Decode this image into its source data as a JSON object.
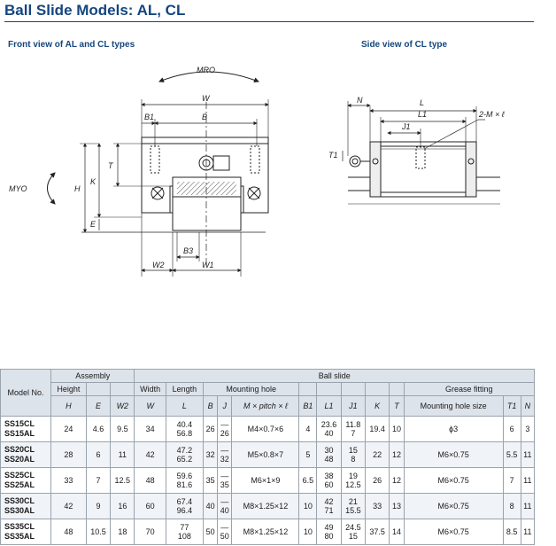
{
  "title": "Ball Slide Models: AL, CL",
  "captions": {
    "front": "Front view of AL and CL types",
    "side": "Side view of CL type"
  },
  "front_labels": {
    "mro": "MRO",
    "w": "W",
    "b1": "B1",
    "b": "B",
    "t": "T",
    "k": "K",
    "h": "H",
    "myo": "MYO",
    "e": "E",
    "b3": "B3",
    "w2": "W2",
    "w1": "W1"
  },
  "side_labels": {
    "n": "N",
    "l": "L",
    "l1": "L1",
    "j1": "J1",
    "m": "2-M × ℓ",
    "t1": "T1"
  },
  "table": {
    "group_headers": {
      "assembly": "Assembly",
      "ball_slide": "Ball slide",
      "mounting_hole": "Mounting hole",
      "grease": "Grease fitting"
    },
    "model_header": "Model No.",
    "height": "Height",
    "width": "Width",
    "length": "Length",
    "sym": {
      "H": "H",
      "E": "E",
      "W2": "W2",
      "W": "W",
      "L": "L",
      "B": "B",
      "J": "J",
      "M": "M × pitch × ℓ",
      "B1": "B1",
      "L1": "L1",
      "J1": "J1",
      "K": "K",
      "T": "T",
      "hole": "Mounting hole size",
      "T1": "T1",
      "N": "N"
    },
    "dash": "—",
    "rows": [
      {
        "m1": "SS15CL",
        "m2": "SS15AL",
        "H": "24",
        "E": "4.6",
        "W2": "9.5",
        "W": "34",
        "L1a": "40.4",
        "L1b": "56.8",
        "B": "26",
        "Jb": "26",
        "M": "M4×0.7×6",
        "B1": "4",
        "LL1a": "23.6",
        "LL1b": "40",
        "J1a": "11.8",
        "J1b": "7",
        "K": "19.4",
        "T": "10",
        "hole": "ϕ3",
        "T1": "6",
        "N": "3"
      },
      {
        "m1": "SS20CL",
        "m2": "SS20AL",
        "H": "28",
        "E": "6",
        "W2": "11",
        "W": "42",
        "L1a": "47.2",
        "L1b": "65.2",
        "B": "32",
        "Jb": "32",
        "M": "M5×0.8×7",
        "B1": "5",
        "LL1a": "30",
        "LL1b": "48",
        "J1a": "15",
        "J1b": "8",
        "K": "22",
        "T": "12",
        "hole": "M6×0.75",
        "T1": "5.5",
        "N": "11"
      },
      {
        "m1": "SS25CL",
        "m2": "SS25AL",
        "H": "33",
        "E": "7",
        "W2": "12.5",
        "W": "48",
        "L1a": "59.6",
        "L1b": "81.6",
        "B": "35",
        "Jb": "35",
        "M": "M6×1×9",
        "B1": "6.5",
        "LL1a": "38",
        "LL1b": "60",
        "J1a": "19",
        "J1b": "12.5",
        "K": "26",
        "T": "12",
        "hole": "M6×0.75",
        "T1": "7",
        "N": "11"
      },
      {
        "m1": "SS30CL",
        "m2": "SS30AL",
        "H": "42",
        "E": "9",
        "W2": "16",
        "W": "60",
        "L1a": "67.4",
        "L1b": "96.4",
        "B": "40",
        "Jb": "40",
        "M": "M8×1.25×12",
        "B1": "10",
        "LL1a": "42",
        "LL1b": "71",
        "J1a": "21",
        "J1b": "15.5",
        "K": "33",
        "T": "13",
        "hole": "M6×0.75",
        "T1": "8",
        "N": "11"
      },
      {
        "m1": "SS35CL",
        "m2": "SS35AL",
        "H": "48",
        "E": "10.5",
        "W2": "18",
        "W": "70",
        "L1a": "77",
        "L1b": "108",
        "B": "50",
        "Jb": "50",
        "M": "M8×1.25×12",
        "B1": "10",
        "LL1a": "49",
        "LL1b": "80",
        "J1a": "24.5",
        "J1b": "15",
        "K": "37.5",
        "T": "14",
        "hole": "M6×0.75",
        "T1": "8.5",
        "N": "11"
      }
    ]
  }
}
